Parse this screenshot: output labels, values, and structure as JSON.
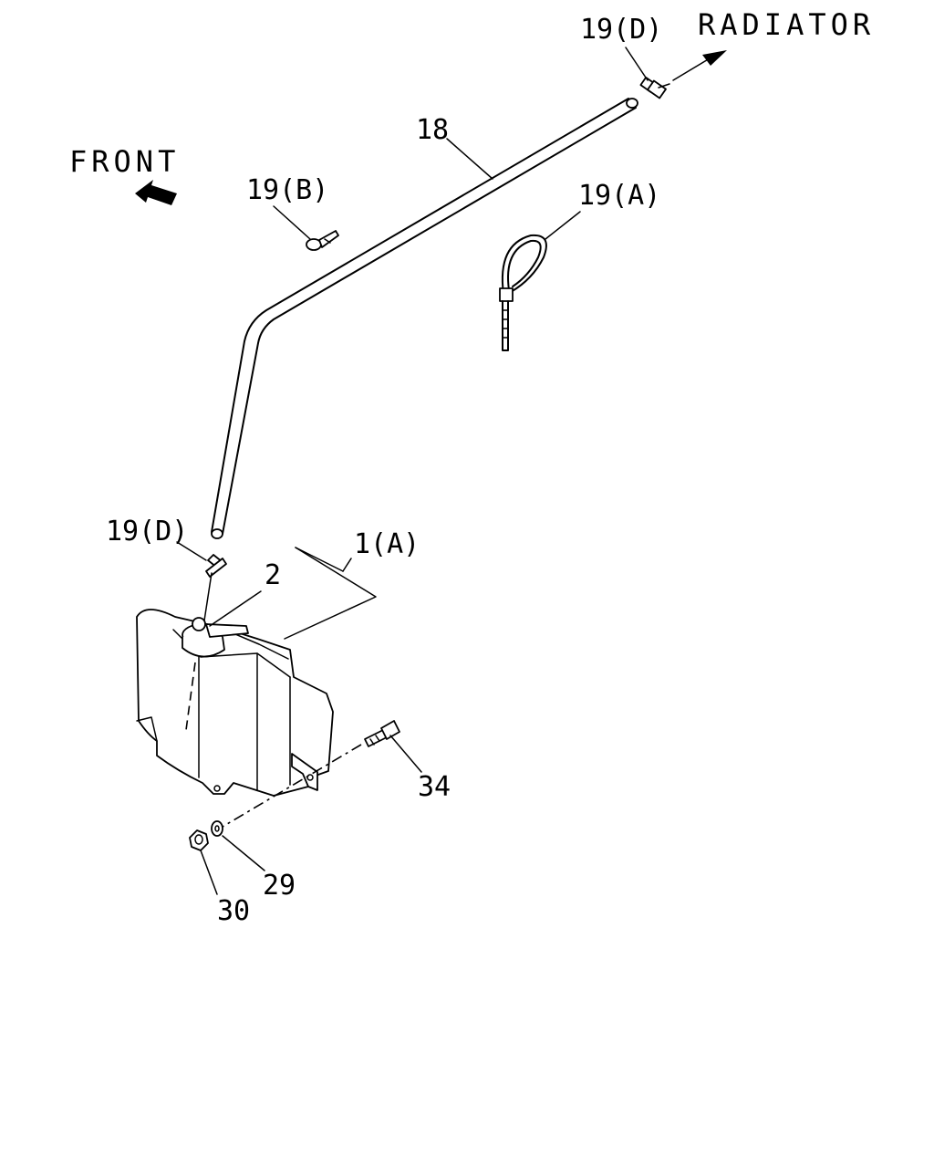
{
  "direction_labels": {
    "radiator": "RADIATOR",
    "front": "FRONT"
  },
  "callouts": {
    "c18": "18",
    "c19d_top": "19(D)",
    "c19b": "19(B)",
    "c19a": "19(A)",
    "c19d_low": "19(D)",
    "c1a": "1(A)",
    "c2": "2",
    "c34": "34",
    "c29": "29",
    "c30": "30"
  },
  "colors": {
    "line": "#000000",
    "background": "#ffffff"
  }
}
